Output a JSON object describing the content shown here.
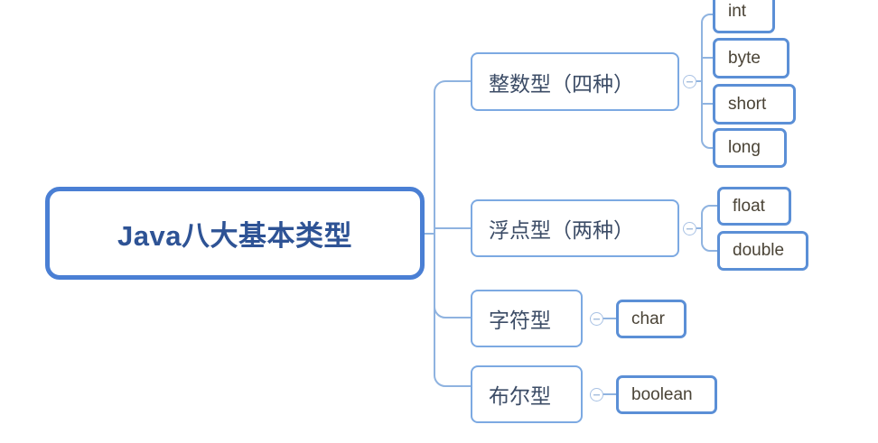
{
  "diagram": {
    "type": "mind-map",
    "title": "Java八大基本类型",
    "colors": {
      "root_border": "#4a7fd4",
      "root_text": "#2e5395",
      "branch_border": "#7ca9e2",
      "branch_text": "#3c4c66",
      "leaf_border": "#5b8fd6",
      "leaf_text": "#4a4336",
      "link": "#8fb3e0",
      "background": "#ffffff"
    },
    "root": {
      "label": "Java八大基本类型"
    },
    "branches": [
      {
        "label": "整数型（四种）",
        "toggle_icon": "collapse-minus-icon",
        "children": [
          {
            "label": "int"
          },
          {
            "label": "byte"
          },
          {
            "label": "short"
          },
          {
            "label": "long"
          }
        ]
      },
      {
        "label": "浮点型（两种）",
        "toggle_icon": "collapse-minus-icon",
        "children": [
          {
            "label": "float"
          },
          {
            "label": "double"
          }
        ]
      },
      {
        "label": "字符型",
        "toggle_icon": "collapse-minus-icon",
        "children": [
          {
            "label": "char"
          }
        ]
      },
      {
        "label": "布尔型",
        "toggle_icon": "collapse-minus-icon",
        "children": [
          {
            "label": "boolean"
          }
        ]
      }
    ]
  }
}
